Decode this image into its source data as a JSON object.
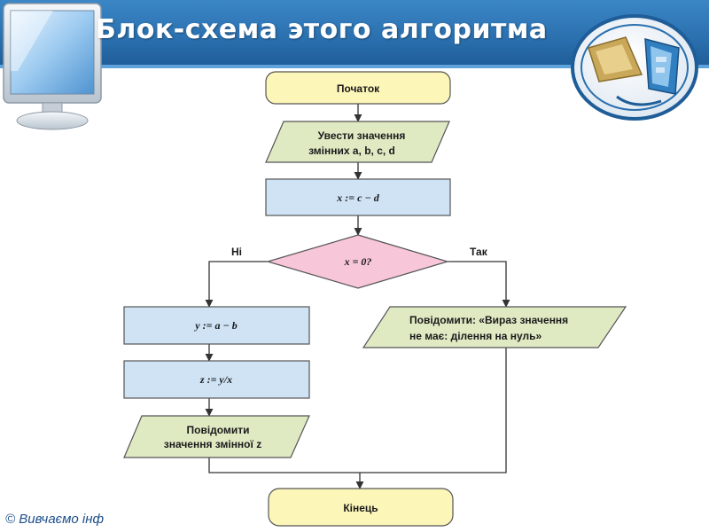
{
  "header": {
    "title": "Блок-схема этого алгоритма"
  },
  "footer": {
    "text": "© Вивчаємо інф"
  },
  "icons": {
    "left": "monitor-icon",
    "right": "book-globe-icon"
  },
  "colors": {
    "header": "#2a6fae",
    "terminal_fill": "#fdf6b9",
    "process_fill": "#cfe3f5",
    "io_fill": "#dfeac3",
    "decision_fill": "#f7c6d9",
    "line": "#333333"
  },
  "flowchart": {
    "start": "Початок",
    "input_line1": "Увести значення",
    "input_line2": "змінних a, b, c, d",
    "assign_x": "x := c − d",
    "decision": "x = 0?",
    "no_label": "Ні",
    "yes_label": "Так",
    "assign_y": "y := a − b",
    "assign_z": "z := y/x",
    "output_left_line1": "Повідомити",
    "output_left_line2": "значення змінної z",
    "output_right_line1": "Повідомити: «Вираз значення",
    "output_right_line2": "не має: ділення на нуль»",
    "end": "Кінець"
  }
}
